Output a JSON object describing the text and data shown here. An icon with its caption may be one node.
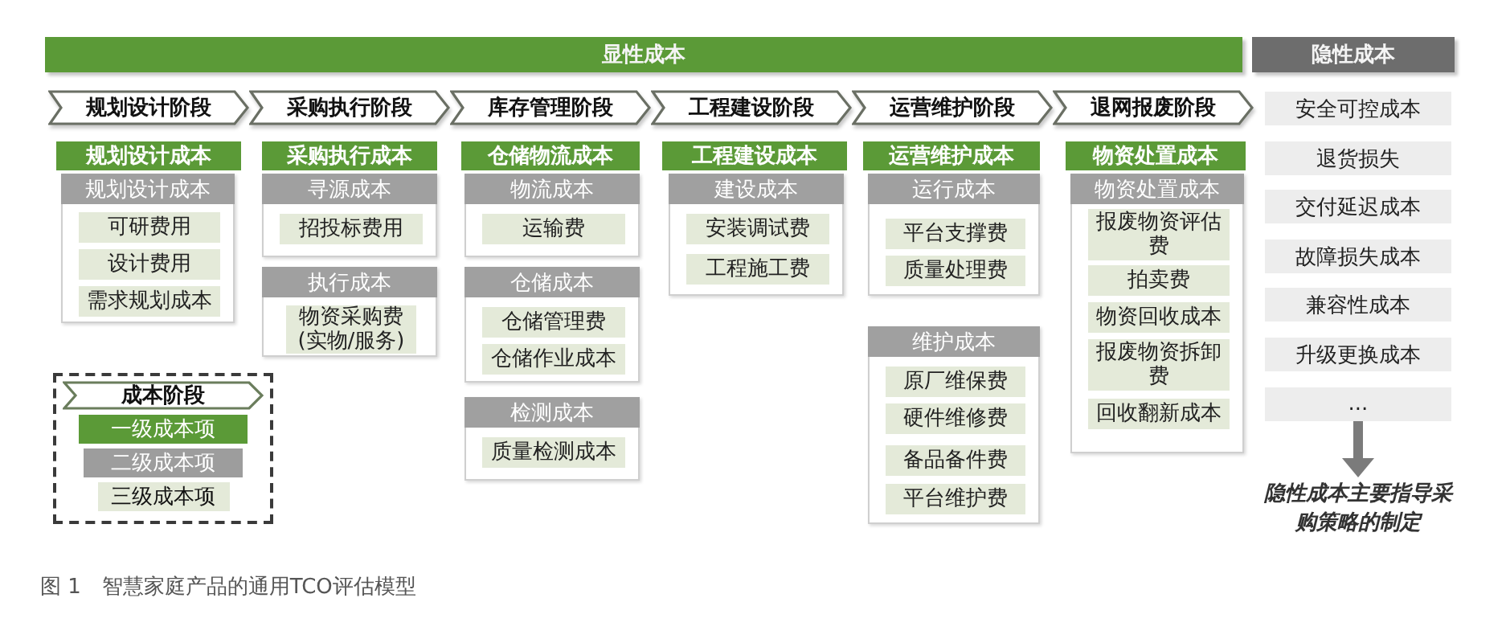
{
  "diagram": {
    "caption": "图 1　智慧家庭产品的通用TCO评估模型",
    "nodes": [
      {
        "text": [
          "显性成本"
        ]
      },
      {
        "text": [
          "隐性成本"
        ]
      },
      {
        "text": [
          "规划设计阶段"
        ]
      },
      {
        "text": [
          "采购执行阶段"
        ]
      },
      {
        "text": [
          "库存管理阶段"
        ]
      },
      {
        "text": [
          "工程建设阶段"
        ]
      },
      {
        "text": [
          "运营维护阶段"
        ]
      },
      {
        "text": [
          "退网报废阶段"
        ]
      },
      {
        "text": [
          "规划设计成本"
        ]
      },
      {
        "text": [
          "规划设计成本"
        ]
      },
      {
        "text": [
          "可研费用"
        ],
        "in": 9
      },
      {
        "text": [
          "设计费用"
        ],
        "in": 9
      },
      {
        "text": [
          "需求规划成本"
        ],
        "in": 9
      },
      {
        "text": [
          "采购执行成本"
        ]
      },
      {
        "text": [
          "寻源成本"
        ]
      },
      {
        "text": [
          "招投标费用"
        ],
        "in": 14
      },
      {
        "text": [
          "执行成本"
        ]
      },
      {
        "text": [
          "物资采购费(实物/服务)"
        ],
        "in": 16
      },
      {
        "text": [
          "仓储物流成本"
        ]
      },
      {
        "text": [
          "物流成本"
        ]
      },
      {
        "text": [
          "运输费"
        ],
        "in": 19
      },
      {
        "text": [
          "仓储成本"
        ]
      },
      {
        "text": [
          "仓储管理费"
        ],
        "in": 21
      },
      {
        "text": [
          "仓储作业成本"
        ],
        "in": 21
      },
      {
        "text": [
          "检测成本"
        ]
      },
      {
        "text": [
          "质量检测成本"
        ],
        "in": 24
      },
      {
        "text": [
          "工程建设成本"
        ]
      },
      {
        "text": [
          "建设成本"
        ]
      },
      {
        "text": [
          "安装调试费"
        ],
        "in": 27
      },
      {
        "text": [
          "工程施工费"
        ],
        "in": 27
      },
      {
        "text": [
          "运营维护成本"
        ]
      },
      {
        "text": [
          "运行成本"
        ]
      },
      {
        "text": [
          "平台支撑费"
        ],
        "in": 31
      },
      {
        "text": [
          "质量处理费"
        ],
        "in": 31
      },
      {
        "text": [
          "维护成本"
        ]
      },
      {
        "text": [
          "原厂维保费"
        ],
        "in": 34
      },
      {
        "text": [
          "硬件维修费"
        ],
        "in": 34
      },
      {
        "text": [
          "备品备件费"
        ],
        "in": 34
      },
      {
        "text": [
          "平台维护费"
        ],
        "in": 34
      },
      {
        "text": [
          "物资处置成本"
        ]
      },
      {
        "text": [
          "物资处置成本"
        ]
      },
      {
        "text": [
          "报废物资评估费"
        ],
        "in": 40
      },
      {
        "text": [
          "拍卖费"
        ],
        "in": 40
      },
      {
        "text": [
          "物资回收成本"
        ],
        "in": 40
      },
      {
        "text": [
          "报废物资拆卸费"
        ],
        "in": 40
      },
      {
        "text": [
          "回收翻新成本"
        ],
        "in": 40
      },
      {
        "text": [
          "安全可控成本"
        ]
      },
      {
        "text": [
          "退货损失"
        ]
      },
      {
        "text": [
          "交付延迟成本"
        ]
      },
      {
        "text": [
          "故障损失成本"
        ]
      },
      {
        "text": [
          "兼容性成本"
        ]
      },
      {
        "text": [
          "升级更换成本"
        ]
      },
      {
        "text": [
          "..."
        ]
      },
      {
        "text": [
          "隐性成本主要指导采购策略的制定"
        ]
      }
    ],
    "edges": [
      {
        "from": 52,
        "to": 53,
        "arrow": "to"
      }
    ],
    "legend": [
      {
        "text": "成本阶段"
      },
      {
        "text": "一级成本项",
        "color": "#5b9a37"
      },
      {
        "text": "二级成本项",
        "color": "#9d9d9d"
      },
      {
        "text": "三级成本项",
        "color": "#e4ead9"
      }
    ]
  }
}
